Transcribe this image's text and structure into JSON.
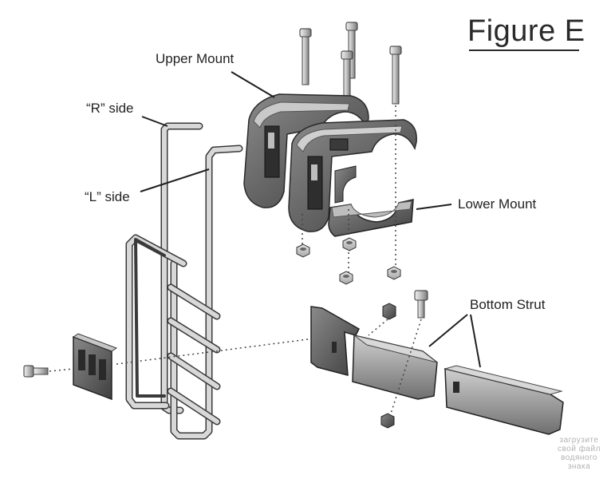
{
  "figure": {
    "title": "Figure E"
  },
  "labels": {
    "upper_mount": "Upper Mount",
    "r_side": "“R” side",
    "l_side": "“L” side",
    "lower_mount": "Lower Mount",
    "bottom_strut": "Bottom Strut"
  },
  "watermark": {
    "line1": "загрузите",
    "line2": "свой файл",
    "line3": "водяного",
    "line4": "знака"
  },
  "colors": {
    "line": "#2a2a2a",
    "part_light": "#d4d4d4",
    "part_mid": "#9a9a9a",
    "part_dark": "#5a5a5a",
    "wire": "#c8c8c8"
  }
}
